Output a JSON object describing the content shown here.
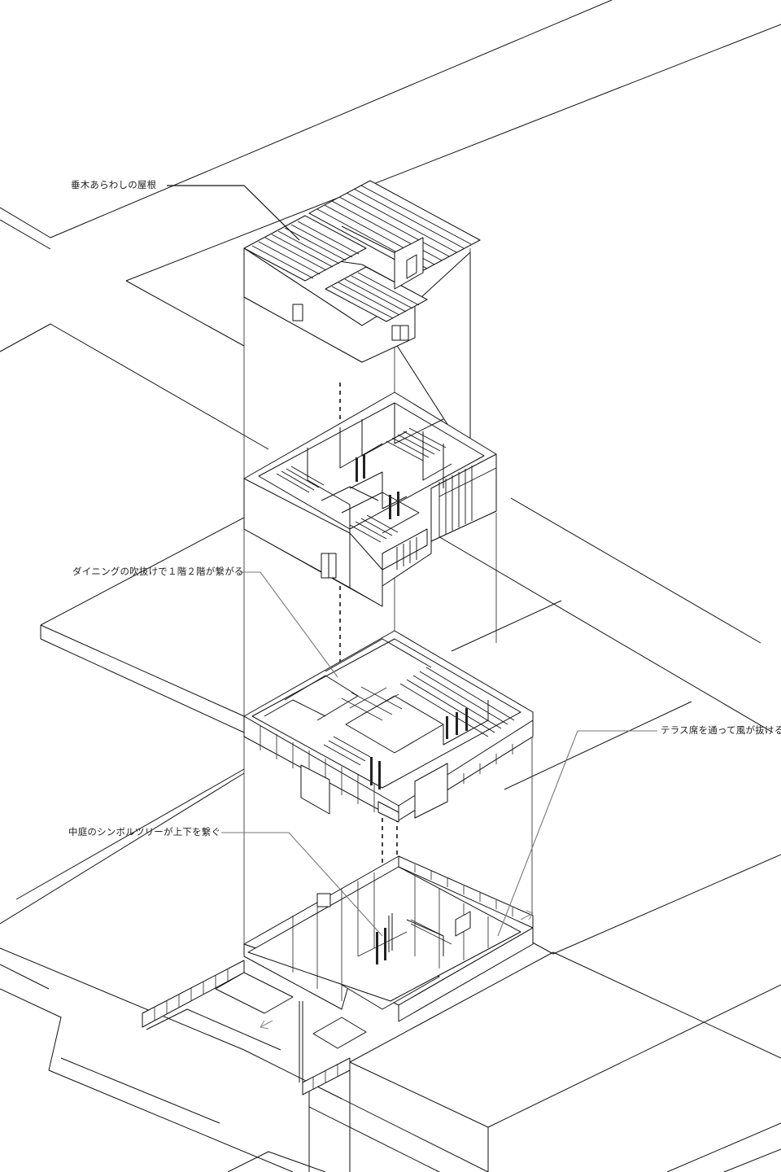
{
  "annotations": {
    "roof": "垂木あらわしの屋根",
    "dining": "ダイニングの吹抜けで１階２階が繋がる",
    "terrace": "テラス席を通って風が抜ける",
    "courtyard": "中庭のシンボルツリーが上下を繋ぐ"
  },
  "icons": [
    "roof-rafters-icon",
    "window-icon",
    "tree-icon",
    "arrow-icon"
  ]
}
